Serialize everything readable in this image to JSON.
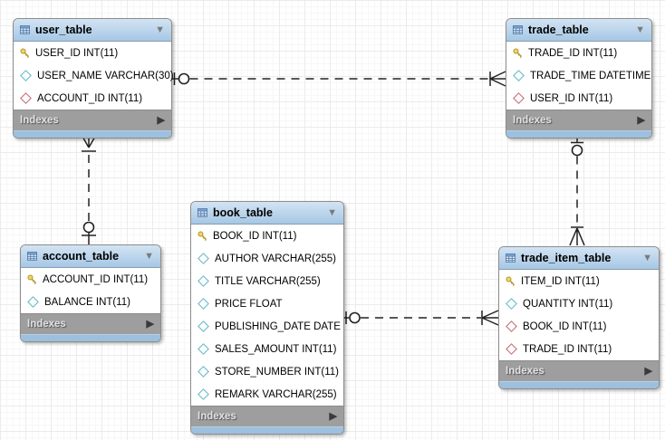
{
  "canvas": {
    "type": "EER diagram canvas",
    "background": "#ffffff",
    "grid_major_color": "#ebebeb",
    "grid_minor_color": "#f7f7f7"
  },
  "colors": {
    "table_header_top": "#d3e4f3",
    "table_header_bottom": "#a6c7e5",
    "indexes_row_gray": "#9e9e9e",
    "footer_strip_blue": "#9cc0de",
    "primary_key_yellow": "#f0d75d",
    "column_diamond_cyan": "#5fb6c6",
    "fk_diamond_red": "#c2666d",
    "relationship_line": "#222222"
  },
  "tables": {
    "user": {
      "title": "user_table",
      "collapse_icon": "▼",
      "columns": [
        {
          "icon": "primary-key-icon",
          "text": "USER_ID INT(11)"
        },
        {
          "icon": "column-diamond-icon",
          "text": "USER_NAME VARCHAR(30)"
        },
        {
          "icon": "fk-diamond-icon",
          "text": "ACCOUNT_ID INT(11)"
        }
      ],
      "indexes_label": "Indexes",
      "indexes_arrow": "▶"
    },
    "trade": {
      "title": "trade_table",
      "collapse_icon": "▼",
      "columns": [
        {
          "icon": "primary-key-icon",
          "text": "TRADE_ID INT(11)"
        },
        {
          "icon": "column-diamond-icon",
          "text": "TRADE_TIME DATETIME"
        },
        {
          "icon": "fk-diamond-icon",
          "text": "USER_ID INT(11)"
        }
      ],
      "indexes_label": "Indexes",
      "indexes_arrow": "▶"
    },
    "book": {
      "title": "book_table",
      "collapse_icon": "▼",
      "columns": [
        {
          "icon": "primary-key-icon",
          "text": "BOOK_ID INT(11)"
        },
        {
          "icon": "column-diamond-icon",
          "text": "AUTHOR VARCHAR(255)"
        },
        {
          "icon": "column-diamond-icon",
          "text": "TITLE VARCHAR(255)"
        },
        {
          "icon": "column-diamond-icon",
          "text": "PRICE FLOAT"
        },
        {
          "icon": "column-diamond-icon",
          "text": "PUBLISHING_DATE DATE"
        },
        {
          "icon": "column-diamond-icon",
          "text": "SALES_AMOUNT INT(11)"
        },
        {
          "icon": "column-diamond-icon",
          "text": "STORE_NUMBER INT(11)"
        },
        {
          "icon": "column-diamond-icon",
          "text": "REMARK VARCHAR(255)"
        }
      ],
      "indexes_label": "Indexes",
      "indexes_arrow": "▶"
    },
    "account": {
      "title": "account_table",
      "collapse_icon": "▼",
      "columns": [
        {
          "icon": "primary-key-icon",
          "text": "ACCOUNT_ID INT(11)"
        },
        {
          "icon": "column-diamond-icon",
          "text": "BALANCE INT(11)"
        }
      ],
      "indexes_label": "Indexes",
      "indexes_arrow": "▶"
    },
    "trade_item": {
      "title": "trade_item_table",
      "collapse_icon": "▼",
      "columns": [
        {
          "icon": "primary-key-icon",
          "text": "ITEM_ID INT(11)"
        },
        {
          "icon": "column-diamond-icon",
          "text": "QUANTITY INT(11)"
        },
        {
          "icon": "fk-diamond-icon",
          "text": "BOOK_ID INT(11)"
        },
        {
          "icon": "fk-diamond-icon",
          "text": "TRADE_ID INT(11)"
        }
      ],
      "indexes_label": "Indexes",
      "indexes_arrow": "▶"
    }
  },
  "relationships": [
    {
      "one_side": "user_table",
      "many_side": "trade_table",
      "line_style": "dashed non-identifying",
      "notation": "circle at one side, crow's foot at many side"
    },
    {
      "one_side": "account_table",
      "many_side": "user_table",
      "line_style": "dashed non-identifying",
      "notation": "circle at one side, crow's foot at many side"
    },
    {
      "one_side": "book_table",
      "many_side": "trade_item_table",
      "line_style": "dashed non-identifying",
      "notation": "circle at one side, crow's foot at many side"
    },
    {
      "one_side": "trade_table",
      "many_side": "trade_item_table",
      "line_style": "dashed non-identifying",
      "notation": "circle at one side, crow's foot at many side"
    }
  ]
}
